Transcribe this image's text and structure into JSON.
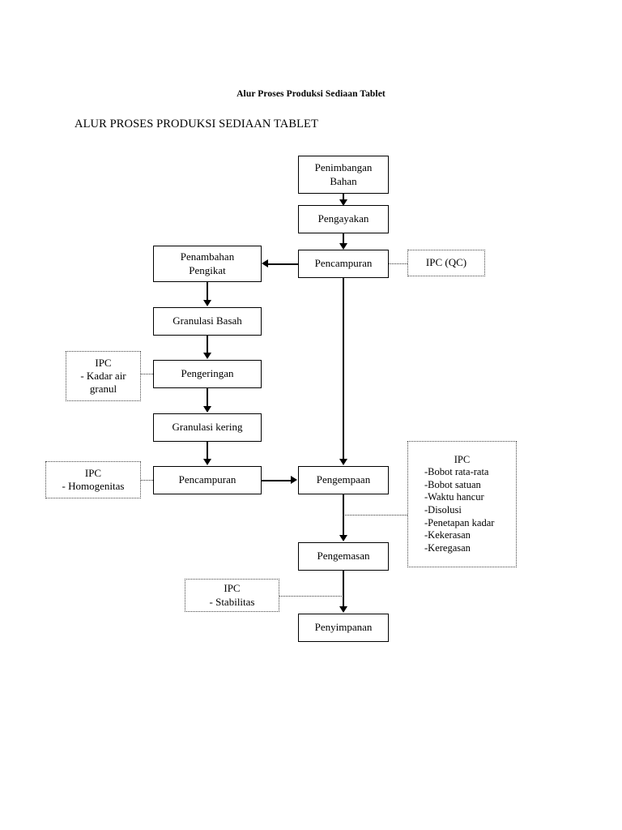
{
  "document": {
    "title": "Alur Proses Produksi Sediaan Tablet",
    "subtitle": "ALUR PROSES PRODUKSI SEDIAAN TABLET"
  },
  "diagram": {
    "type": "flowchart",
    "nodes": {
      "penimbangan_bahan": {
        "line1": "Penimbangan",
        "line2": "Bahan"
      },
      "pengayakan": {
        "line1": "Pengayakan"
      },
      "pencampuran_atas": {
        "line1": "Pencampuran"
      },
      "ipc_qc": {
        "line1": "IPC (QC)"
      },
      "penambahan_pengikat": {
        "line1": "Penambahan",
        "line2": "Pengikat"
      },
      "granulasi_basah": {
        "line1": "Granulasi Basah"
      },
      "pengeringan": {
        "line1": "Pengeringan"
      },
      "ipc_kadar_air": {
        "line1": "IPC",
        "line2": "- Kadar air",
        "line3": "granul"
      },
      "granulasi_kering": {
        "line1": "Granulasi kering"
      },
      "pencampuran_bawah": {
        "line1": "Pencampuran"
      },
      "ipc_homogenitas": {
        "line1": "IPC",
        "line2": "- Homogenitas"
      },
      "pengempaan": {
        "line1": "Pengempaan"
      },
      "ipc_tablet": {
        "header": "IPC",
        "items": [
          "-Bobot rata-rata",
          "-Bobot satuan",
          "-Waktu hancur",
          "-Disolusi",
          "-Penetapan kadar",
          "-Kekerasan",
          "-Keregasan"
        ]
      },
      "pengemasan": {
        "line1": "Pengemasan"
      },
      "ipc_stabilitas": {
        "line1": "IPC",
        "line2": "- Stabilitas"
      },
      "penyimpanan": {
        "line1": "Penyimpanan"
      }
    },
    "colors": {
      "stroke": "#000000",
      "ipc_stroke": "#444444",
      "background": "#ffffff",
      "text": "#000000"
    }
  }
}
